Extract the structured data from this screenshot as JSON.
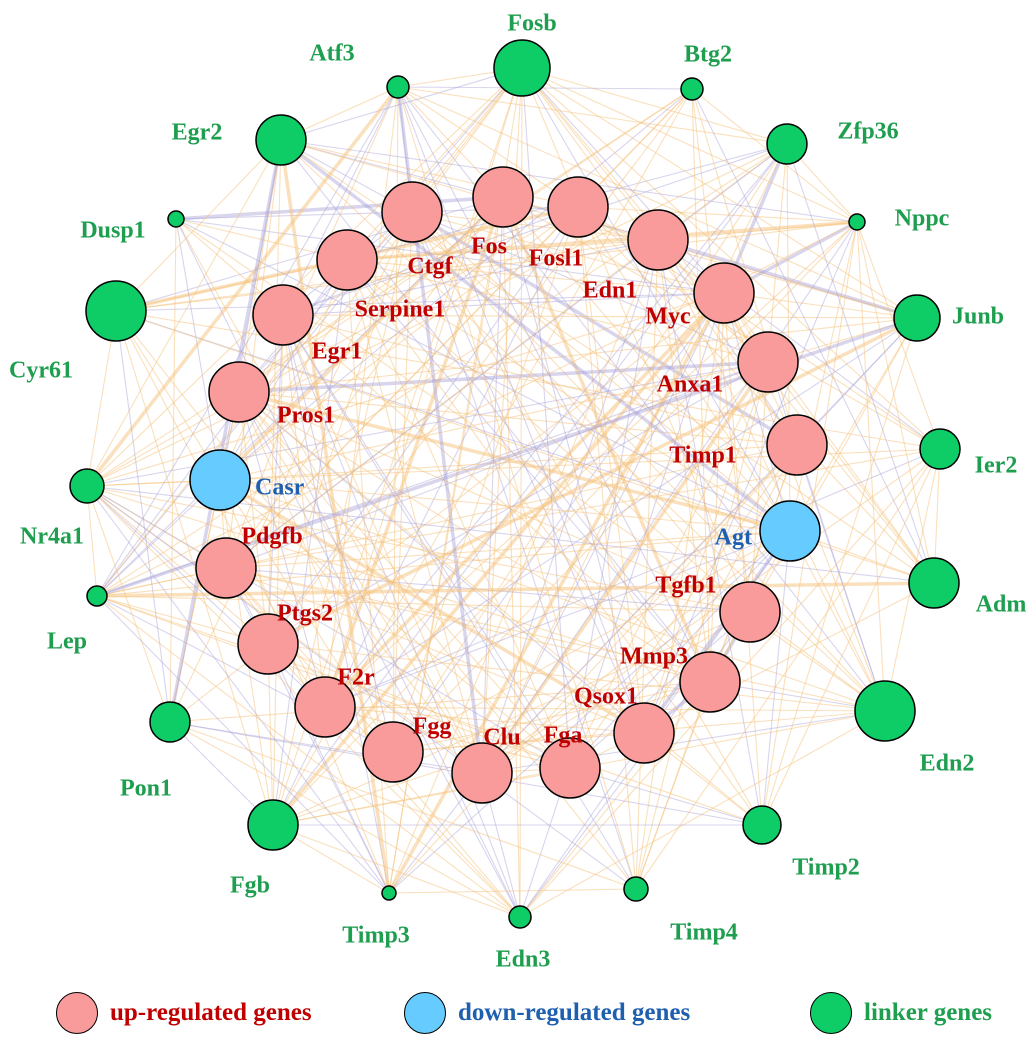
{
  "colors": {
    "up": "#F99B9B",
    "down": "#66CCFF",
    "linker": "#0ECC66",
    "up_text": "#C00000",
    "down_text": "#1F5FAF",
    "linker_text": "#1E9E4F",
    "edge_orange": "#F5C27A",
    "edge_purple": "#A9A2D8"
  },
  "legend": [
    {
      "key": "up",
      "label": "up-regulated genes"
    },
    {
      "key": "down",
      "label": "down-regulated genes"
    },
    {
      "key": "linker",
      "label": "linker genes"
    }
  ],
  "genes": {
    "up": [
      "Ctgf",
      "Fos",
      "Fosl1",
      "Edn1",
      "Myc",
      "Serpine1",
      "Egr1",
      "Anxa1",
      "Pros1",
      "Timp1",
      "Pdgfb",
      "Tgfb1",
      "Ptgs2",
      "Mmp3",
      "F2r",
      "Qsox1",
      "Fgg",
      "Clu",
      "Fga"
    ],
    "down": [
      "Casr",
      "Agt"
    ],
    "linker": [
      "Fosb",
      "Atf3",
      "Btg2",
      "Egr2",
      "Zfp36",
      "Dusp1",
      "Nppc",
      "Cyr61",
      "Junb",
      "Ier2",
      "Nr4a1",
      "Adm",
      "Lep",
      "Edn2",
      "Pon1",
      "Timp2",
      "Fgb",
      "Timp3",
      "Edn3",
      "Timp4"
    ]
  }
}
